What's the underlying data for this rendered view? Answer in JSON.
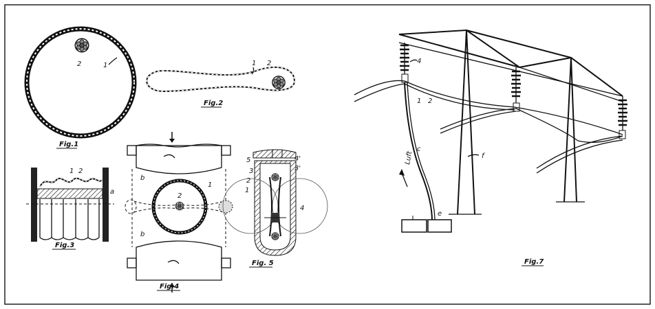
{
  "figures": {
    "fig1": {
      "caption": "Fig.1",
      "labels": {
        "cable": "2",
        "tube": "1"
      }
    },
    "fig2": {
      "caption": "Fig.2",
      "labels": {
        "tube": "1",
        "cable": "2"
      }
    },
    "fig3": {
      "caption": "Fig.3",
      "labels": {
        "tube": "1",
        "cable": "2",
        "base": "a"
      }
    },
    "fig4": {
      "caption": "Fig.4",
      "labels": {
        "jaw_top": "b",
        "jaw_bottom": "b",
        "tube": "1",
        "cable": "2"
      }
    },
    "fig5": {
      "caption": "Fig. 5",
      "labels": {
        "a": "5",
        "b": "3",
        "c": "2",
        "d": "1",
        "e": "4'",
        "f": "3'",
        "g": "4"
      }
    },
    "fig7": {
      "caption": "Fig.7",
      "labels": {
        "insulator": "4",
        "tube": "1",
        "cable": "2",
        "hose": "c",
        "mast": "f",
        "unit": "e",
        "air": "Luft"
      }
    }
  }
}
